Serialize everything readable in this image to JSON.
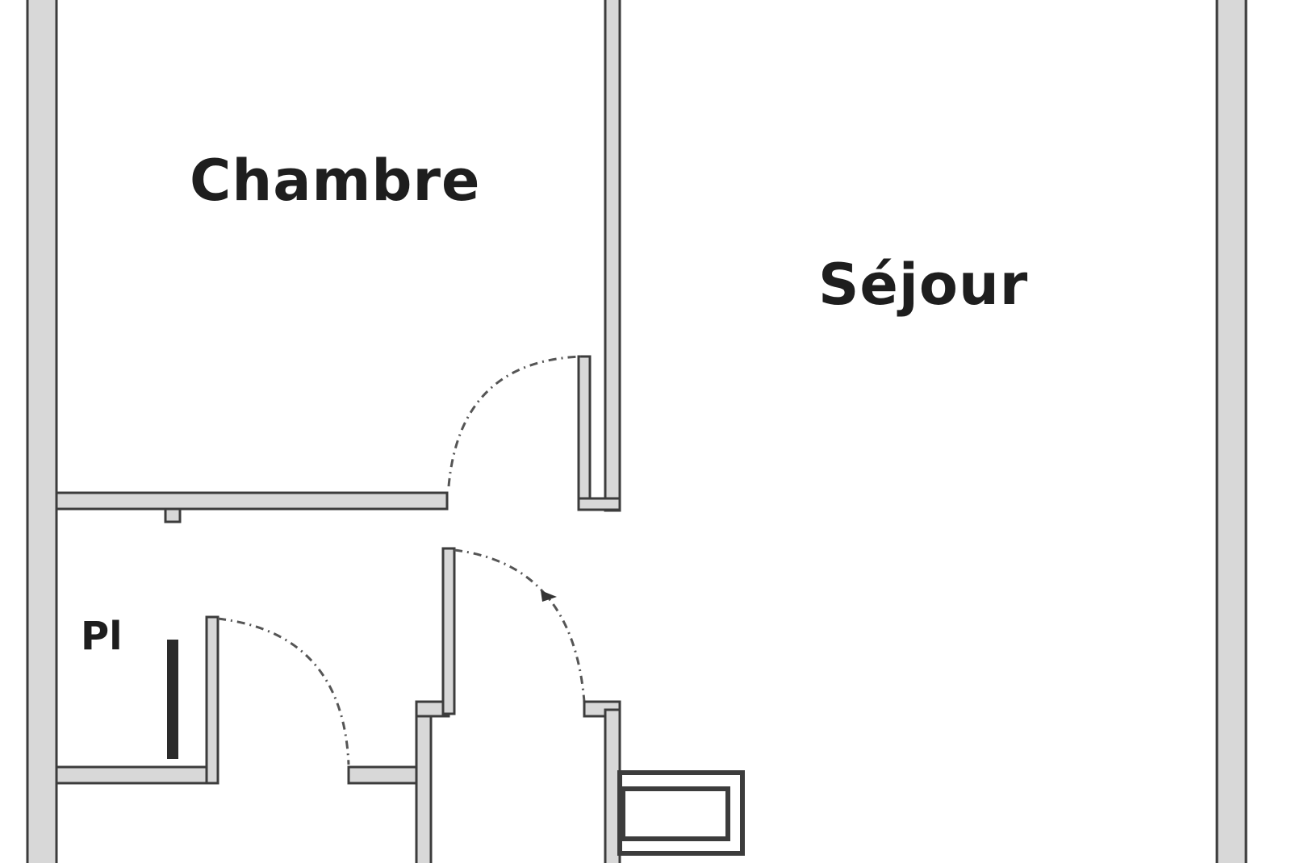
{
  "rooms": {
    "chambre": "Chambre",
    "sejour": "Séjour",
    "placard": "Pl"
  },
  "colors": {
    "wall_stroke": "#3c3c3c",
    "wall_fill": "#d8d8d8",
    "background": "#ffffff",
    "label": "#1e1e1e"
  }
}
